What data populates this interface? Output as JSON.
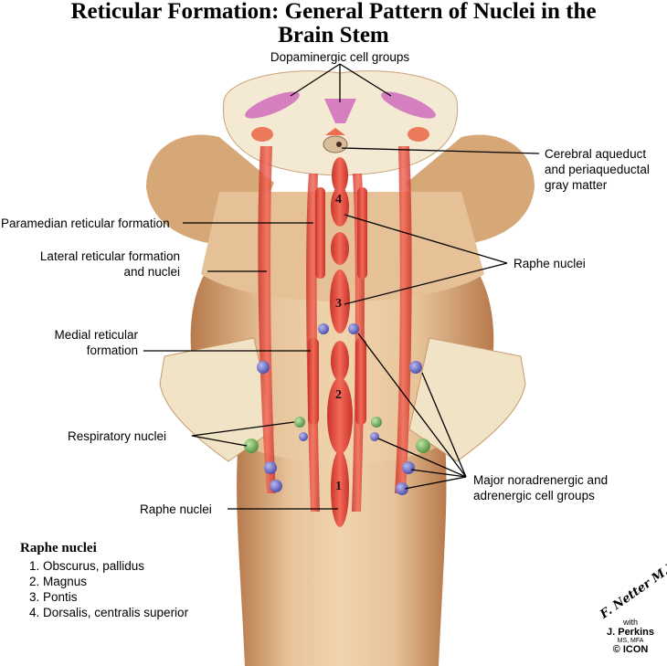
{
  "title": {
    "line1": "Reticular Formation: General Pattern of Nuclei in the",
    "line2": "Brain Stem"
  },
  "labels": {
    "dopaminergic": "Dopaminergic cell groups",
    "aqueduct": "Cerebral aqueduct\nand periaqueductal\ngray matter",
    "paramedian": "Paramedian reticular formation",
    "lateral": "Lateral reticular formation\nand nuclei",
    "raphe_right": "Raphe nuclei",
    "medial": "Medial reticular\nformation",
    "respiratory": "Respiratory nuclei",
    "noradrenergic": "Major noradrenergic and\nadrenergic cell groups",
    "raphe_left": "Raphe nuclei"
  },
  "raphe_numbers": [
    "4",
    "3",
    "2",
    "1"
  ],
  "legend": {
    "title": "Raphe nuclei",
    "items": [
      "1. Obscurus, pallidus",
      "2. Magnus",
      "3. Pontis",
      "4. Dorsalis, centralis superior"
    ]
  },
  "signature": {
    "script": "F. Netter M.D.",
    "with": "with",
    "name": "J. Perkins",
    "credentials": "MS, MFA",
    "logo": "ICON"
  },
  "colors": {
    "tissue": "#e9c9a0",
    "tissue_dark": "#c48a58",
    "section_face": "#f4ead3",
    "nucleus_red": "#e2473a",
    "dopaminergic_pink": "#d57fc0",
    "noradrenergic_blue": "#6f6fc8",
    "respiratory_green": "#6fae58"
  }
}
